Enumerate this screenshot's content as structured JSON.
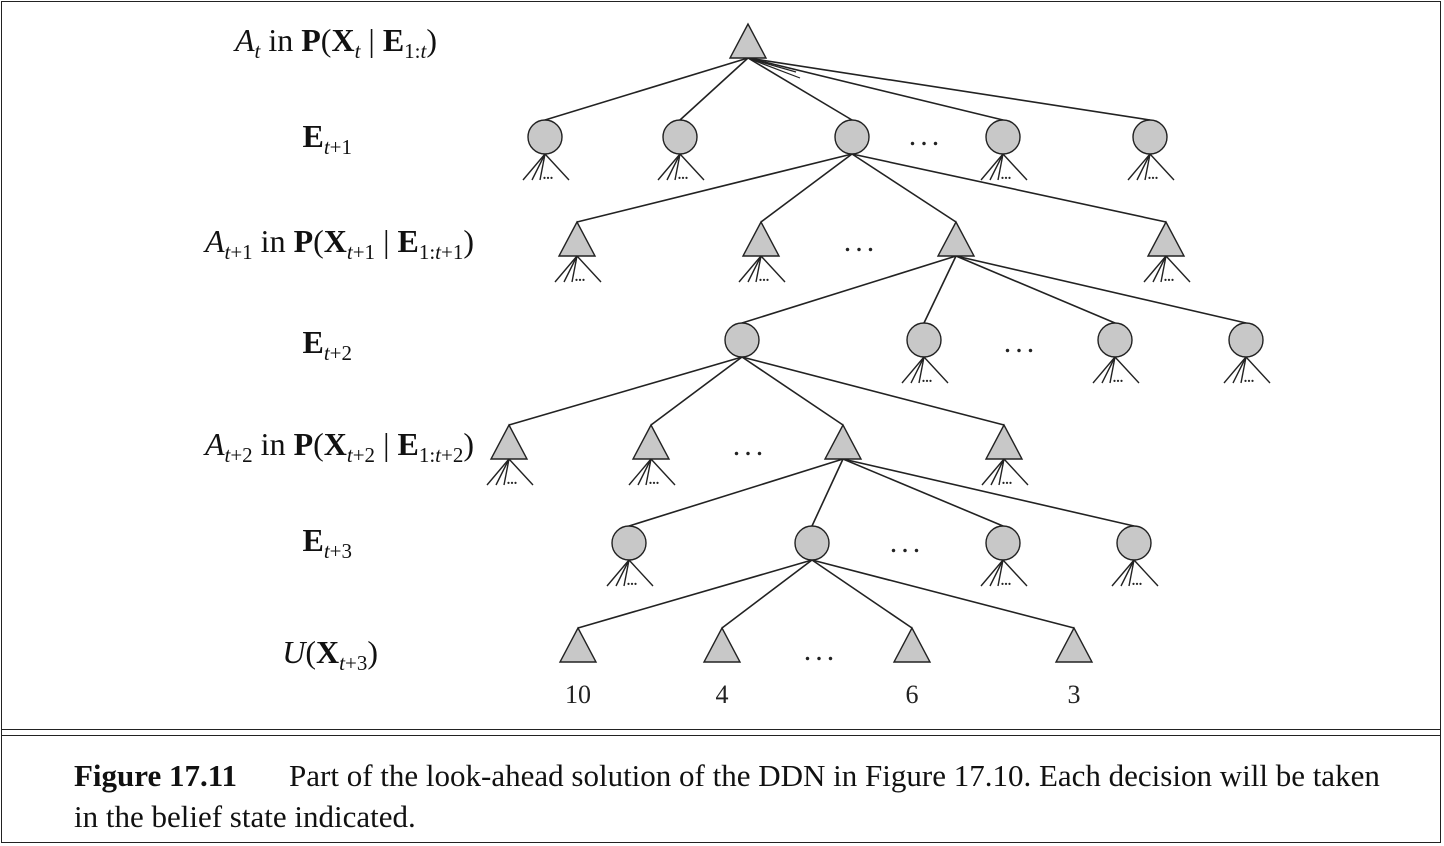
{
  "rows": [
    {
      "id": "At",
      "parts": [
        {
          "t": "A",
          "s": "ital"
        },
        {
          "t": "t",
          "s": "sub-ital"
        },
        {
          "t": " in "
        },
        {
          "t": "P",
          "s": "bold"
        },
        {
          "t": "("
        },
        {
          "t": "X",
          "s": "bold"
        },
        {
          "t": "t",
          "s": "sub-ital"
        },
        {
          "t": " | "
        },
        {
          "t": "E",
          "s": "bold"
        },
        {
          "t": "1:",
          "s": "sub"
        },
        {
          "t": "t",
          "s": "sub-ital"
        },
        {
          "t": ")"
        }
      ]
    },
    {
      "id": "Et1",
      "parts": [
        {
          "t": "E",
          "s": "bold"
        },
        {
          "t": "t",
          "s": "sub-ital"
        },
        {
          "t": "+1",
          "s": "sub"
        }
      ]
    },
    {
      "id": "At1",
      "parts": [
        {
          "t": "A",
          "s": "ital"
        },
        {
          "t": "t",
          "s": "sub-ital"
        },
        {
          "t": "+1",
          "s": "sub"
        },
        {
          "t": " in "
        },
        {
          "t": "P",
          "s": "bold"
        },
        {
          "t": "("
        },
        {
          "t": "X",
          "s": "bold"
        },
        {
          "t": "t",
          "s": "sub-ital"
        },
        {
          "t": "+1",
          "s": "sub"
        },
        {
          "t": " | "
        },
        {
          "t": "E",
          "s": "bold"
        },
        {
          "t": "1:",
          "s": "sub"
        },
        {
          "t": "t",
          "s": "sub-ital"
        },
        {
          "t": "+1",
          "s": "sub"
        },
        {
          "t": ")"
        }
      ]
    },
    {
      "id": "Et2",
      "parts": [
        {
          "t": "E",
          "s": "bold"
        },
        {
          "t": "t",
          "s": "sub-ital"
        },
        {
          "t": "+2",
          "s": "sub"
        }
      ]
    },
    {
      "id": "At2",
      "parts": [
        {
          "t": "A",
          "s": "ital"
        },
        {
          "t": "t",
          "s": "sub-ital"
        },
        {
          "t": "+2",
          "s": "sub"
        },
        {
          "t": " in "
        },
        {
          "t": "P",
          "s": "bold"
        },
        {
          "t": "("
        },
        {
          "t": "X",
          "s": "bold"
        },
        {
          "t": "t",
          "s": "sub-ital"
        },
        {
          "t": "+2",
          "s": "sub"
        },
        {
          "t": " | "
        },
        {
          "t": "E",
          "s": "bold"
        },
        {
          "t": "1:",
          "s": "sub"
        },
        {
          "t": "t",
          "s": "sub-ital"
        },
        {
          "t": "+2",
          "s": "sub"
        },
        {
          "t": ")"
        }
      ]
    },
    {
      "id": "Et3",
      "parts": [
        {
          "t": "E",
          "s": "bold"
        },
        {
          "t": "t",
          "s": "sub-ital"
        },
        {
          "t": "+3",
          "s": "sub"
        }
      ]
    },
    {
      "id": "U",
      "parts": [
        {
          "t": "U",
          "s": "ital"
        },
        {
          "t": "("
        },
        {
          "t": "X",
          "s": "bold"
        },
        {
          "t": "t",
          "s": "sub-ital"
        },
        {
          "t": "+3",
          "s": "sub"
        },
        {
          "t": ")"
        }
      ]
    }
  ],
  "ellipsis": "...",
  "leaf_values": [
    "10",
    "4",
    "6",
    "3"
  ],
  "caption": {
    "label": "Figure 17.11",
    "text": "Part of the look-ahead solution of the DDN in Figure 17.10. Each decision will be taken in the belief state indicated."
  },
  "colors": {
    "node_fill": "#c8c8c8",
    "stroke": "#222222"
  }
}
